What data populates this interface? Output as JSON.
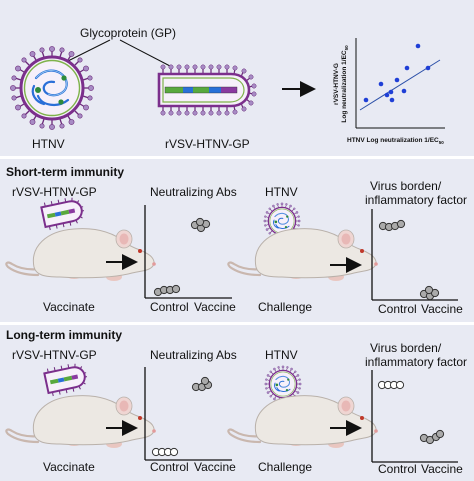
{
  "top": {
    "glycoprotein_label": "Glycoprotein (GP)",
    "htnv_label": "HTNV",
    "rvsv_label": "rVSV-HTNV-GP",
    "corr_ylabel_1": "rVSV-HTNV-G",
    "corr_ylabel_2": "Log neutralization 1/EC",
    "corr_ylabel_sub": "50",
    "corr_xlabel": "HTNV Log neutralization 1/EC",
    "corr_xlabel_sub": "50"
  },
  "short_term": {
    "title": "Short-term immunity",
    "vaccine_label": "rVSV-HTNV-GP",
    "chart1_title": "Neutralizing Abs",
    "challenge_virus": "HTNV",
    "chart2_title_1": "Virus borden/",
    "chart2_title_2": "inflammatory factor",
    "caption_vaccinate": "Vaccinate",
    "caption_challenge": "Challenge",
    "x_control": "Control",
    "x_vaccine": "Vaccine"
  },
  "long_term": {
    "title": "Long-term immunity",
    "vaccine_label": "rVSV-HTNV-GP",
    "chart1_title": "Neutralizing Abs",
    "challenge_virus": "HTNV",
    "chart2_title_1": "Virus borden/",
    "chart2_title_2": "inflammatory factor",
    "caption_vaccinate": "Vaccinate",
    "caption_challenge": "Challenge",
    "x_control": "Control",
    "x_vaccine": "Vaccine"
  },
  "colors": {
    "panel_bg": "#e8eaf3",
    "accent_blue": "#1f3fd6",
    "virus_purple": "#7b2f8c",
    "virus_green": "#7fb24b",
    "mouse": "#ece8e3"
  }
}
